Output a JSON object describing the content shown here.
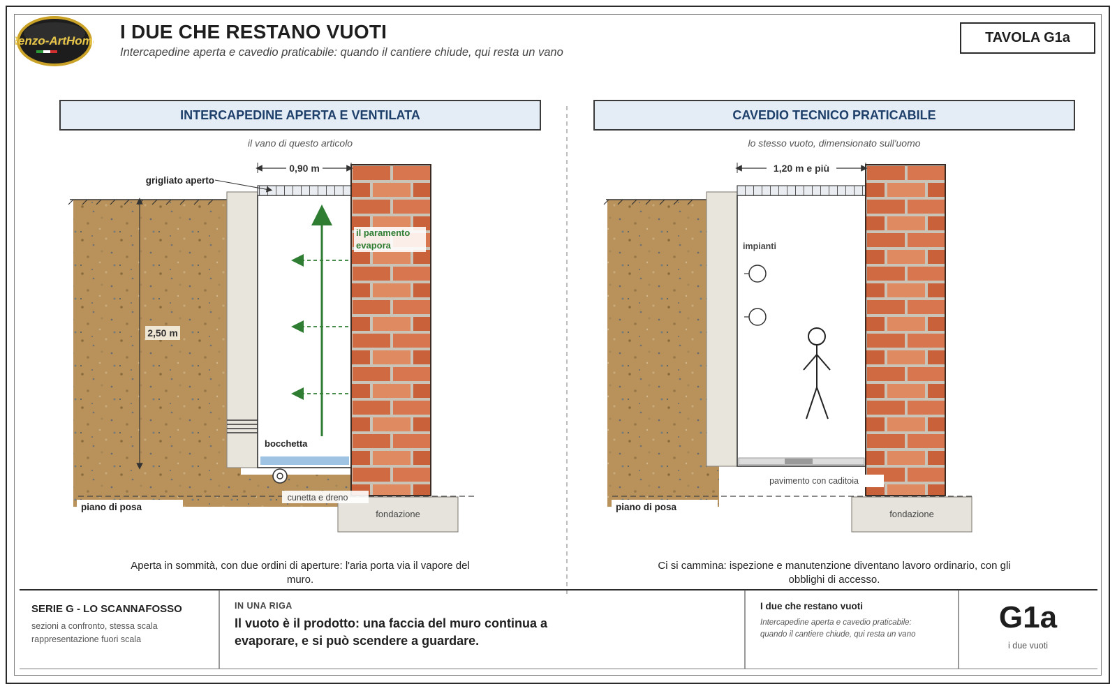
{
  "header": {
    "logo_text": "Renzo-ArtHome",
    "title": "I DUE CHE RESTANO VUOTI",
    "subtitle": "Intercapedine aperta e cavedio praticabile: quando il cantiere chiude, qui resta un vano",
    "sheet": "TAVOLA G1a"
  },
  "left_panel": {
    "title": "INTERCAPEDINE APERTA E VENTILATA",
    "subtitle": "il vano di questo articolo",
    "width_label": "0,90 m",
    "height_label": "2,50 m",
    "grating_label": "grigliato aperto",
    "evaporation_label_1": "il paramento",
    "evaporation_label_2": "evapora",
    "vent_label": "bocchetta",
    "drain_label": "cunetta e dreno",
    "foundation_label": "fondazione",
    "bedding_label": "piano di posa",
    "caption": "Aperta in sommità, con due ordini di aperture: l'aria porta via il vapore del muro."
  },
  "right_panel": {
    "title": "CAVEDIO TECNICO PRATICABILE",
    "subtitle": "lo stesso vuoto, dimensionato sull'uomo",
    "width_label": "1,20 m e più",
    "services_label": "impianti",
    "floor_label": "pavimento con caditoia",
    "foundation_label": "fondazione",
    "bedding_label": "piano di posa",
    "caption": "Ci si cammina: ispezione e manutenzione diventano lavoro ordinario, con gli obblighi di accesso."
  },
  "footer": {
    "series_title": "SERIE G - LO SCANNAFOSSO",
    "series_line1": "sezioni a confronto, stessa scala",
    "series_line2": "rappresentazione fuori scala",
    "oneliner_tag": "IN UNA RIGA",
    "oneliner_line1": "Il vuoto è il prodotto: una faccia del muro continua a",
    "oneliner_line2": "evaporare, e si può scendere a guardare.",
    "doc_title": "I due che restano vuoti",
    "doc_line1": "Intercapedine aperta e cavedio praticabile:",
    "doc_line2": "quando il cantiere chiude, qui resta un vano",
    "code": "G1a",
    "code_sub": "i due vuoti"
  },
  "colors": {
    "soil": "#b8925a",
    "concrete": "#e8e5dd",
    "brick": "#cf6a43",
    "mortar": "#cfcac0",
    "arrow": "#2e7d32",
    "water": "#9fc3e2",
    "header_fill": "#e4ecf5",
    "header_text": "#1d3f6a"
  }
}
